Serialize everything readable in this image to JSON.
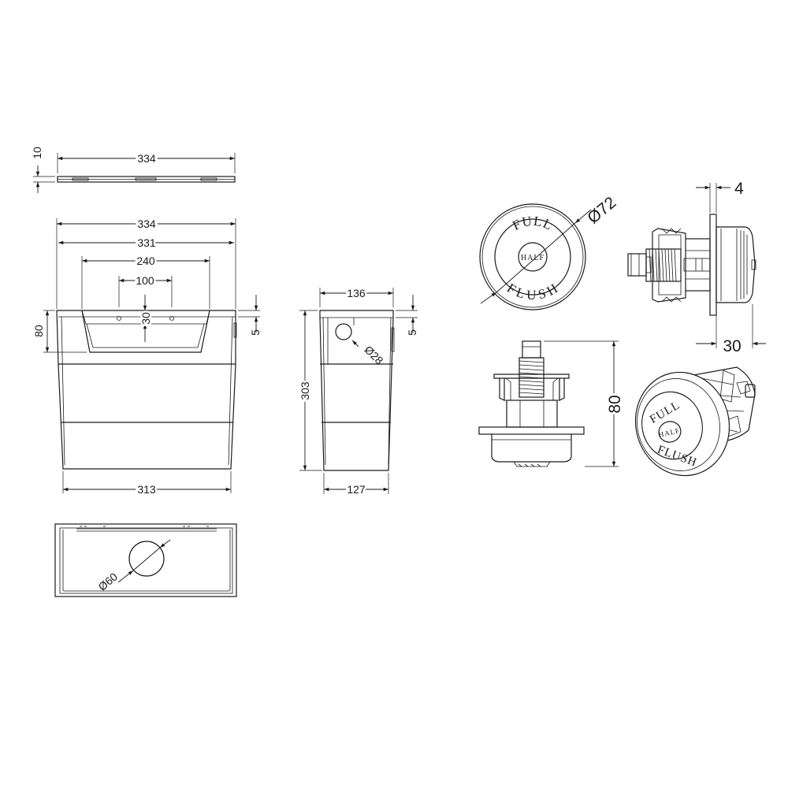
{
  "cistern": {
    "lid": {
      "width": "334",
      "thickness": "10"
    },
    "front_view": {
      "top_width_outer": "334",
      "top_width_inner": "331",
      "panel_width": "240",
      "hole_spacing": "100",
      "hole_drop": "30",
      "panel_height": "80",
      "lip": "5",
      "base_width": "313"
    },
    "side_view": {
      "top_depth": "136",
      "height": "303",
      "lip": "5",
      "outlet_dia": "Ø28",
      "base_depth": "127"
    },
    "plan_view": {
      "outlet_dia": "Ø60"
    }
  },
  "flush_button": {
    "face_dia": "Ø72",
    "face_text": {
      "top": "FULL",
      "center": "HALF",
      "bottom": "FLUSH"
    },
    "plate_thickness": "4",
    "body_depth": "30",
    "overall_height": "80"
  }
}
